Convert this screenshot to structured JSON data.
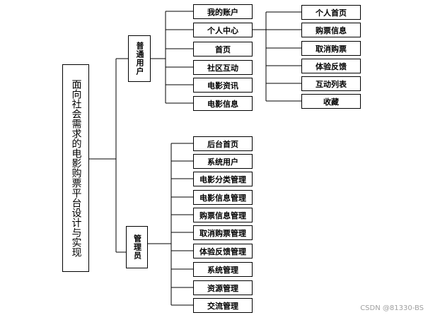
{
  "diagram": {
    "root": {
      "label": "面向社会需求的电影购票平台设计与实现"
    },
    "groups": {
      "user": {
        "label": "普通用户",
        "items": [
          "我的账户",
          "个人中心",
          "首页",
          "社区互动",
          "电影资讯",
          "电影信息"
        ],
        "personal_center": {
          "items": [
            "个人首页",
            "购票信息",
            "取消购票",
            "体验反馈",
            "互动列表",
            "收藏"
          ]
        }
      },
      "admin": {
        "label": "管理员",
        "items": [
          "后台首页",
          "系统用户",
          "电影分类管理",
          "电影信息管理",
          "购票信息管理",
          "取消购票管理",
          "体验反馈管理",
          "系统管理",
          "资源管理",
          "交流管理"
        ]
      }
    }
  },
  "watermark": "CSDN @81330-BS"
}
